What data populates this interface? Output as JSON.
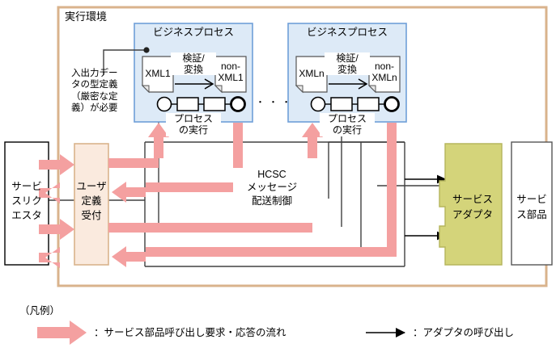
{
  "diagram": {
    "title": "実行環境",
    "annotation": "入出力デー\nタの型定義\n（厳密な定\n義）が必要",
    "ellipsis": "・ ・ ・"
  },
  "processes": [
    {
      "title": "ビジネスプロセス",
      "transform_label": "検証/\n変換",
      "input_doc": "XML1",
      "output_doc": "non-\nXML1",
      "exec_label": "プロセス\nの実行"
    },
    {
      "title": "ビジネスプロセス",
      "transform_label": "検証/\n変換",
      "input_doc": "XMLn",
      "output_doc": "non-\nXMLn",
      "exec_label": "プロセス\nの実行"
    }
  ],
  "nodes": {
    "service_requester": "サービ\nスリク\nエスタ",
    "user_definition": "ユーザ\n定義\n受付",
    "hcsc": "HCSC\nメッセージ\n配送制御",
    "service_adapter": "サービス\nアダプタ",
    "service_component": "サービ\nス部品"
  },
  "legend": {
    "title": "（凡例）",
    "pink_label": "：サービス部品呼び出し要求・応答の流れ",
    "black_label": "：アダプタの呼び出し"
  },
  "colors": {
    "frame_border": "#d9b38c",
    "process_fill": "#ddeaf7",
    "process_border": "#6f9fd8",
    "user_def_fill": "#faeade",
    "user_def_border": "#d9b38c",
    "adapter_fill": "#d4d47a",
    "adapter_border": "#b5b55c",
    "pink_arrow": "#f4a0a0",
    "line": "#404040",
    "black": "#000000"
  }
}
